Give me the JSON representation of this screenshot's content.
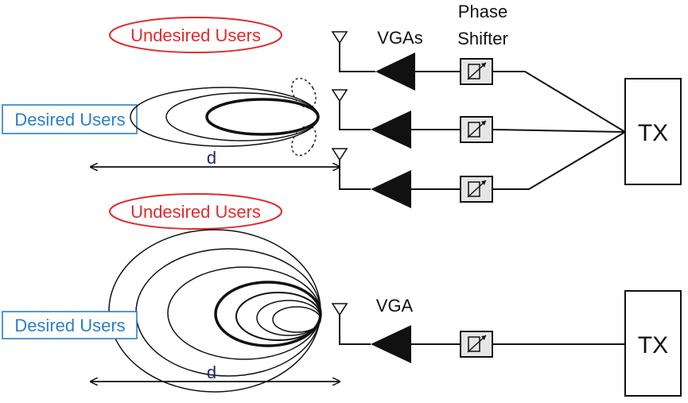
{
  "labels": {
    "undesired_users": "Undesired Users",
    "desired_users": "Desired Users",
    "vgas": "VGAs",
    "vga": "VGA",
    "phase_shifter_line1": "Phase",
    "phase_shifter_line2": "Shifter",
    "tx": "TX",
    "distance": "d"
  },
  "colors": {
    "undesired": "#e02b2b",
    "desired": "#2a7fc8",
    "distance_label": "#1f2a6b",
    "line": "#111111"
  },
  "icons": [
    "antenna-icon",
    "amplifier-triangle-icon",
    "phase-shifter-icon",
    "double-arrow-icon"
  ]
}
